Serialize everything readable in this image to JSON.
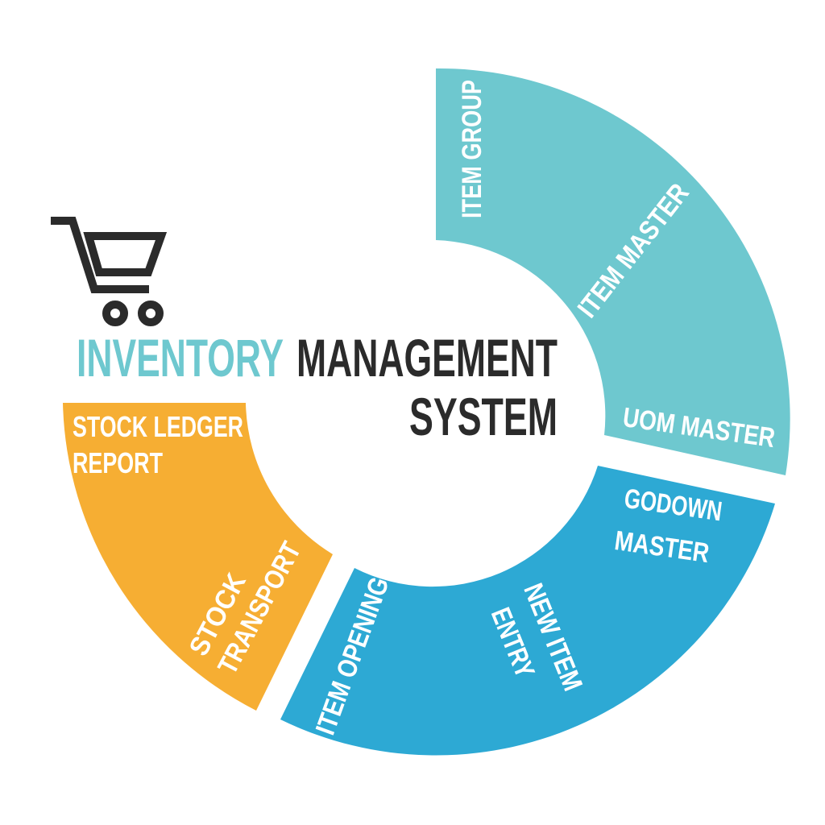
{
  "title": {
    "word1": "INVENTORY",
    "word2": "MANAGEMENT",
    "word3": "SYSTEM"
  },
  "icon": "shopping-cart-icon",
  "segments": {
    "teal": {
      "color": "#6EC8CF",
      "labels": [
        "ITEM GROUP",
        "ITEM MASTER",
        "UOM MASTER"
      ]
    },
    "blue": {
      "color": "#2DA9D4",
      "labels": [
        "GODOWN",
        "MASTER",
        "NEW ITEM",
        "ENTRY",
        "ITEM OPENING"
      ]
    },
    "orange": {
      "color": "#F6AE33",
      "labels": [
        "STOCK LEDGER",
        "REPORT",
        "STOCK",
        "TRANSPORT"
      ]
    }
  },
  "colors": {
    "title_accent": "#6EC8CF",
    "title_dark": "#2B2B2B"
  }
}
